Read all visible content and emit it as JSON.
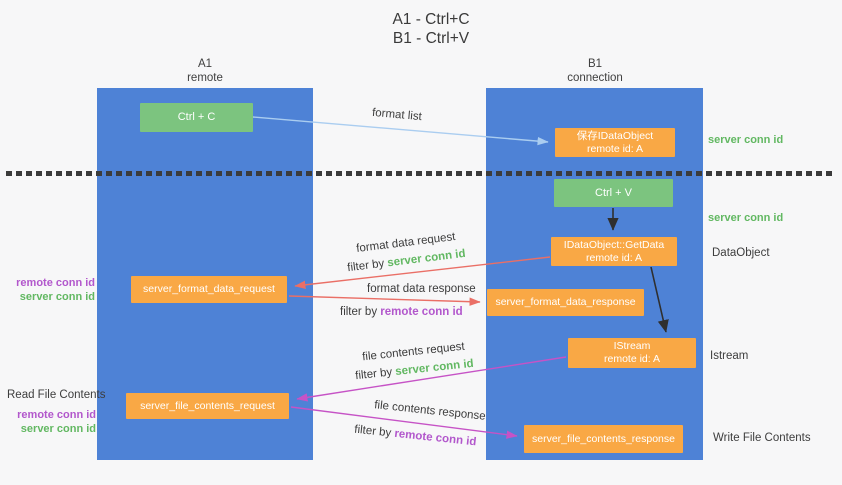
{
  "title": {
    "line1": "A1 - Ctrl+C",
    "line2": "B1 - Ctrl+V"
  },
  "lanes": {
    "a1": {
      "name": "A1",
      "role": "remote"
    },
    "b1": {
      "name": "B1",
      "role": "connection"
    }
  },
  "nodes": {
    "ctrl_c": {
      "label": "Ctrl + C"
    },
    "ctrl_v": {
      "label": "Ctrl + V"
    },
    "save_dataobject": {
      "line1": "保存IDataObject",
      "line2": "remote id: A"
    },
    "getdata": {
      "line1": "IDataObject::GetData",
      "line2": "remote id: A"
    },
    "istream": {
      "line1": "IStream",
      "line2": "remote id: A"
    },
    "format_request": {
      "label": "server_format_data_request"
    },
    "format_response": {
      "label": "server_format_data_response"
    },
    "file_request": {
      "label": "server_file_contents_request"
    },
    "file_response": {
      "label": "server_file_contents_response"
    }
  },
  "annotations": {
    "left": {
      "format_remote_conn": "remote conn id",
      "format_server_conn": "server conn id",
      "read_file_contents": "Read File Contents",
      "file_remote_conn": "remote conn id",
      "file_server_conn": "server conn id"
    },
    "right": {
      "server_conn_top": "server conn id",
      "server_conn_mid": "server conn id",
      "dataobject": "DataObject",
      "istream": "Istream",
      "write_file_contents": "Write File Contents"
    }
  },
  "arrows": {
    "format_list": {
      "label": "format list"
    },
    "format_request": {
      "label": "format data request",
      "filter_prefix": "filter by ",
      "filter_value": "server conn id"
    },
    "format_response": {
      "label": "format data response",
      "filter_prefix": "filter by ",
      "filter_value": "remote conn id"
    },
    "file_request": {
      "label": "file contents request",
      "filter_prefix": "filter by ",
      "filter_value": "server conn id"
    },
    "file_response": {
      "label": "file contents response",
      "filter_prefix": "filter by ",
      "filter_value": "remote conn id"
    }
  },
  "colors": {
    "lane_blue": "#4e82d6",
    "node_green": "#7cc47f",
    "node_orange": "#f9a845",
    "text_green": "#62b862",
    "text_purple": "#b257cc",
    "arrow_blue": "#aacdf0",
    "arrow_red": "#ea6f66",
    "arrow_magenta": "#c653c6",
    "arrow_black": "#2f2f2f"
  }
}
